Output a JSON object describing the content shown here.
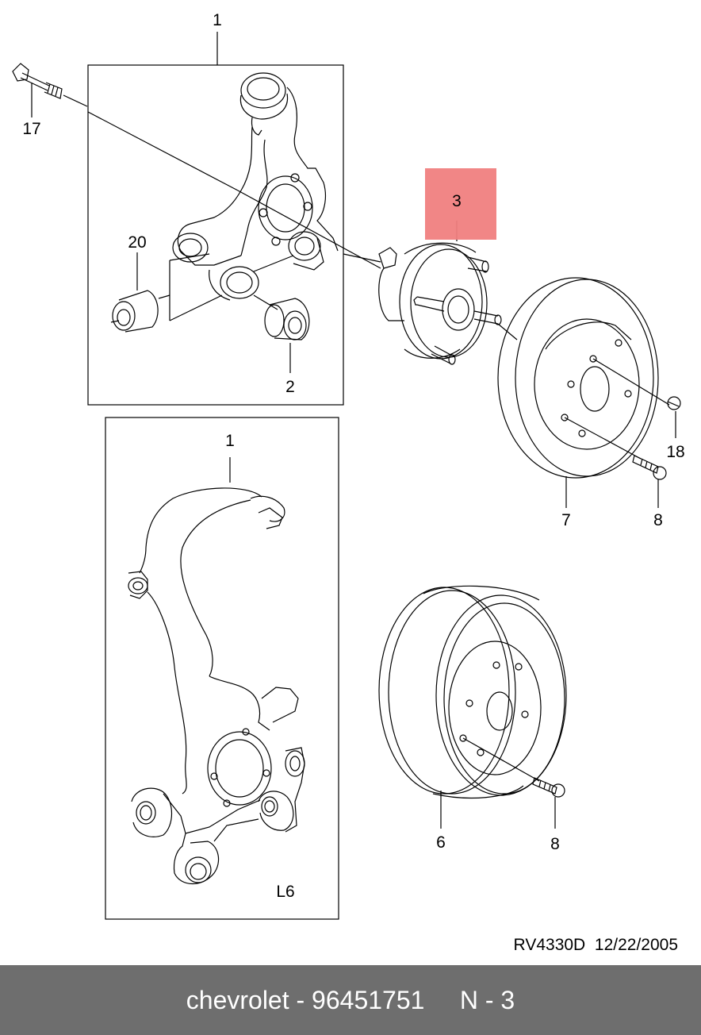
{
  "colors": {
    "highlight": "#f08080",
    "footer_bg": "#6e6e6e",
    "footer_text": "#ffffff"
  },
  "labels": {
    "k1_top": "1",
    "p17": "17",
    "p20": "20",
    "p2": "2",
    "p3": "3",
    "p18": "18",
    "p7": "7",
    "p8_rotor": "8",
    "k1_bottom": "1",
    "l6": "L6",
    "p6": "6",
    "p8_drum": "8"
  },
  "revision": "RV4330D  12/22/2005",
  "footer": "chevrolet - 96451751     N - 3"
}
